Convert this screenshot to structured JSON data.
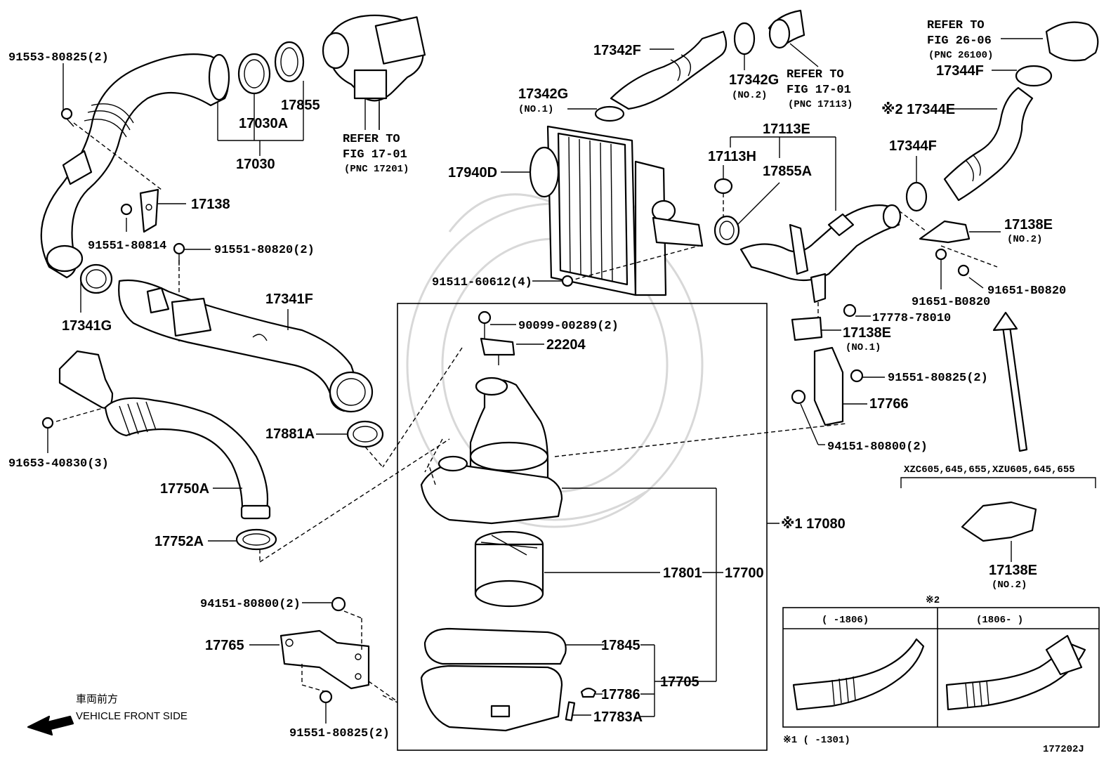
{
  "diagram_id": "177202J",
  "labels": {
    "p_91553_80825": "91553-80825(2)",
    "p_17030A": "17030A",
    "p_17855": "17855",
    "p_17030": "17030",
    "refer_17201_a": "REFER TO",
    "refer_17201_b": "FIG 17-01",
    "refer_17201_c": "(PNC 17201)",
    "p_17138": "17138",
    "p_91551_80814": "91551-80814",
    "p_91551_80820": "91551-80820(2)",
    "p_17341F": "17341F",
    "p_17341G": "17341G",
    "p_91653_40830": "91653-40830(3)",
    "p_17750A": "17750A",
    "p_17752A": "17752A",
    "p_17881A": "17881A",
    "p_17342F": "17342F",
    "p_17342G_no2": "17342G",
    "p_17342G_no2_sub": "(NO.2)",
    "refer_17113_a": "REFER TO",
    "refer_17113_b": "FIG 17-01",
    "refer_17113_c": "(PNC 17113)",
    "p_17342G_no1": "17342G",
    "p_17342G_no1_sub": "(NO.1)",
    "p_17940D": "17940D",
    "p_91511_60612": "91511-60612(4)",
    "p_17113E": "17113E",
    "p_17113H": "17113H",
    "p_17855A": "17855A",
    "refer_26100_a": "REFER TO",
    "refer_26100_b": "FIG 26-06",
    "refer_26100_c": "(PNC 26100)",
    "p_17344F_top": "17344F",
    "p_17344E": "※2 17344E",
    "p_17344F_mid": "17344F",
    "p_17138E_no2": "17138E",
    "p_17138E_no2_sub": "(NO.2)",
    "p_91651_B0820_a": "91651-B0820",
    "p_91651_B0820_b": "91651-B0820",
    "p_17778_78010": "17778-78010",
    "p_17138E_no1": "17138E",
    "p_17138E_no1_sub": "(NO.1)",
    "p_91551_80825_right": "91551-80825(2)",
    "p_17766": "17766",
    "p_94151_80800_right": "94151-80800(2)",
    "p_90099_00289": "90099-00289(2)",
    "p_22204": "22204",
    "p_17080": "※1 17080",
    "p_17801": "17801",
    "p_17700": "17700",
    "p_17845": "17845",
    "p_17705": "17705",
    "p_17786": "17786",
    "p_17783A": "17783A",
    "p_94151_80800_left": "94151-80800(2)",
    "p_17765": "17765",
    "p_91551_80825_bottom": "91551-80825(2)",
    "models": "XZC605,645,655,XZU605,645,655",
    "p_17138E_models": "17138E",
    "p_17138E_models_sub": "(NO.2)",
    "note2_title": "※2",
    "note2_left": "(      -1806)",
    "note2_right": "(1806-      )",
    "note1": "※1 (      -1301)",
    "front_jp": "車両前方",
    "front_en": "VEHICLE FRONT SIDE"
  }
}
